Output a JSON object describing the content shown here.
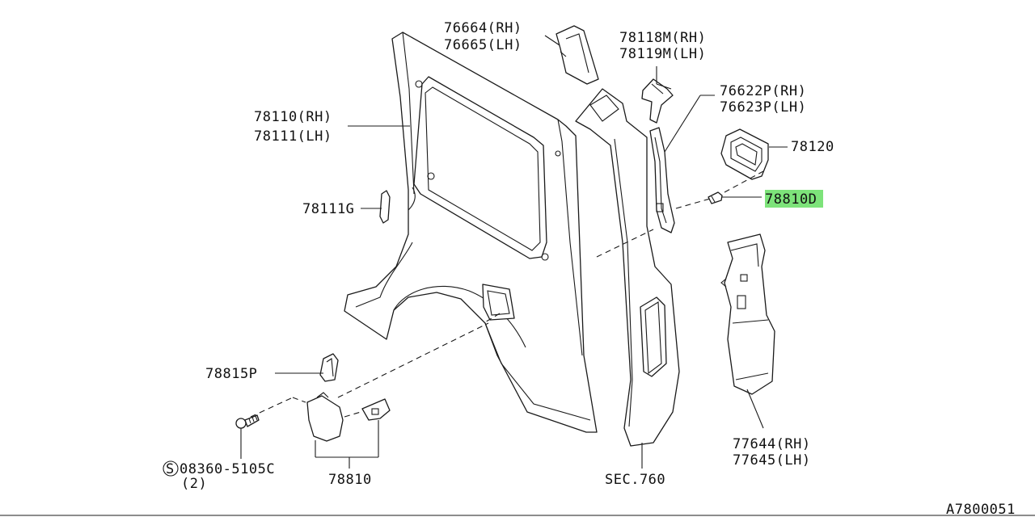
{
  "labels": {
    "p76664": "76664(RH)",
    "p76665": "76665(LH)",
    "p78118m": "78118M(RH)",
    "p78119m": "78119M(LH)",
    "p76622p": "76622P(RH)",
    "p76623p": "76623P(LH)",
    "p78110": "78110(RH)",
    "p78111": "78111(LH)",
    "p78120": "78120",
    "p78810d": "78810D",
    "p78111g": "78111G",
    "p78815p": "78815P",
    "bolt_circle": "S",
    "bolt_number": "08360-5105C",
    "bolt_qty": "(2)",
    "p78810": "78810",
    "sec760": "SEC.760",
    "p77644": "77644(RH)",
    "p77645": "77645(LH)",
    "diagram_id": "A7800051"
  },
  "highlight_color": "#7de37a"
}
